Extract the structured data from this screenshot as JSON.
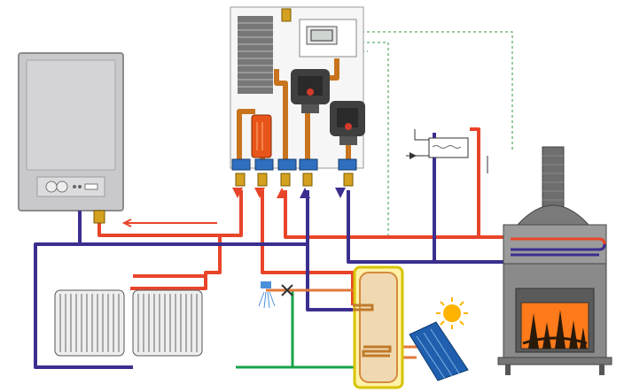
{
  "diagram": {
    "kind": "heating system schematic",
    "colors": {
      "supply_pipe": "#e8442a",
      "return_pipe": "#3a2f8f",
      "cold_water_pipe": "#17a34a",
      "solar_pipe": "#e07a3a",
      "module_panel": "#f6f6f6",
      "pump_body": "#3f3f3f",
      "tank_fill": "#fff1a8",
      "tank_outline": "#d8c400",
      "control_line": "#2f9a3b",
      "boiler_body": "#c9c9cb",
      "stove_body": "#8a8a8a",
      "fire": "#ff7a1a",
      "sun": "#ffb300",
      "panel_blue": "#1f5fae"
    },
    "components": [
      {
        "name": "wall-boiler",
        "icon": "wall-mounted-gas-boiler"
      },
      {
        "name": "hydraulic-module",
        "icon": "pump-station-panel"
      },
      {
        "name": "controller",
        "icon": "control-display"
      },
      {
        "name": "plate-heat-exchanger",
        "icon": "heat-exchanger"
      },
      {
        "name": "pump-1",
        "icon": "circulation-pump"
      },
      {
        "name": "pump-2",
        "icon": "circulation-pump"
      },
      {
        "name": "expansion-tank",
        "icon": "expansion-vessel"
      },
      {
        "name": "radiator-1",
        "icon": "radiator"
      },
      {
        "name": "radiator-2",
        "icon": "radiator"
      },
      {
        "name": "hot-water-tank",
        "icon": "storage-cylinder"
      },
      {
        "name": "solar-collector",
        "icon": "solar-panel"
      },
      {
        "name": "sun",
        "icon": "sun"
      },
      {
        "name": "wood-stove",
        "icon": "fireplace-stove"
      },
      {
        "name": "shower-tap",
        "icon": "tap-with-shower"
      }
    ]
  }
}
